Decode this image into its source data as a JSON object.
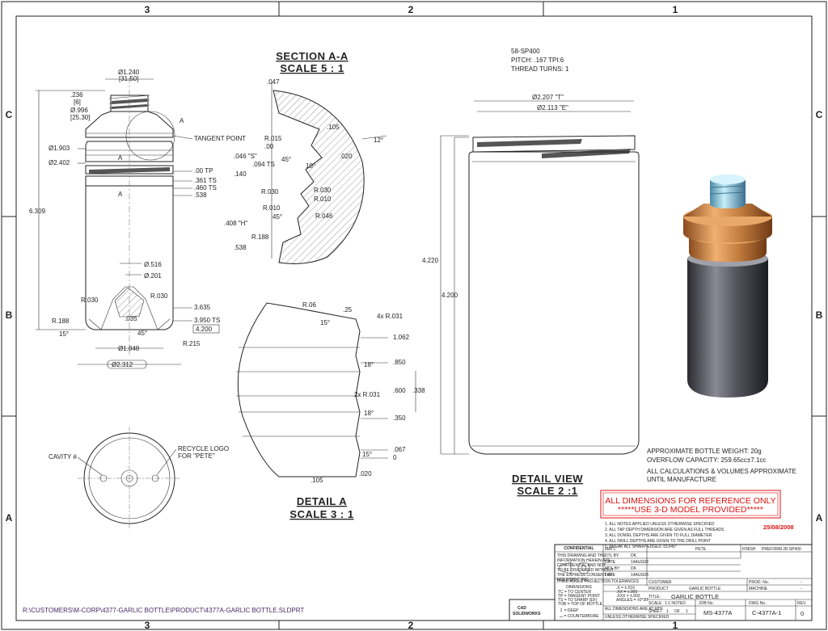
{
  "zones": {
    "top": [
      "3",
      "2",
      "1"
    ],
    "bottom": [
      "3",
      "2",
      "1"
    ],
    "left": [
      "C",
      "B",
      "A"
    ],
    "right": [
      "C",
      "B",
      "A"
    ]
  },
  "main_view": {
    "dims": {
      "neck_dia": "Ø1.240",
      "neck_dia_mm": "[31.50]",
      "d236": ".236",
      "d236_mm": "[6]",
      "d996": "Ø.996",
      "d996_mm": "[25.30]",
      "tangent_point": "TANGENT POINT",
      "d1903": "Ø1.903",
      "d2402": "Ø2.402",
      "tp00": ".00 TP",
      "ts361": ".361 TS",
      "ts460": ".460 TS",
      "d538": ".538",
      "h6309": "6.309",
      "section_mark": "A",
      "d516": "Ø.516",
      "d201": "Ø.201",
      "r030a": "R.030",
      "r030b": "R.030",
      "d3635": "3.635",
      "ts3950": "3.950 TS",
      "d4200": "4.200",
      "r188": "R.188",
      "d035": ".035",
      "deg15": "15°",
      "deg45": "45°",
      "r215": "R.215",
      "d1848": "Ø1.848",
      "d2312": "Ø2.312"
    }
  },
  "bottom_view": {
    "cavity": "CAVITY #",
    "recycle": "RECYCLE LOGO",
    "recycle2": "FOR \"PETE\""
  },
  "section_aa": {
    "title": "SECTION A-A",
    "scale": "SCALE 5 : 1",
    "dims": {
      "d047": ".047",
      "r015": "R.015",
      "d00": ".00",
      "d105": ".105",
      "d046s": ".046 \"S\"",
      "d094ts": ".094 TS",
      "deg45": "45°",
      "deg10": "10°",
      "d020": ".020",
      "deg12": "12°",
      "d140": ".140",
      "r030a": "R.030",
      "r030b": "R.030",
      "r010a": "R.010",
      "r010b": "R.010",
      "deg45b": "45°",
      "r046": "R.046",
      "d408h": ".408 \"H\"",
      "r188": "R.188",
      "d538": ".538"
    }
  },
  "detail_a": {
    "title": "DETAIL A",
    "scale": "SCALE 3 : 1",
    "dims": {
      "r06": "R.06",
      "d25": ".25",
      "r031x4": "4x R.031",
      "deg15": "15°",
      "d1062": "1.062",
      "deg18a": "18°",
      "d850": ".850",
      "r031x2": "2x R.031",
      "d600": ".600",
      "d338": ".338",
      "deg18b": "18°",
      "d350": ".350",
      "d067": ".067",
      "d0": "0",
      "deg15b": "15°",
      "d020": ".020",
      "d105": ".105"
    }
  },
  "detail_view": {
    "title": "DETAIL VIEW",
    "scale": "SCALE 2 :1",
    "thread_spec": "58-SP400",
    "pitch": "PITCH: .167   TPI:6",
    "turns": "THREAD TURNS: 1",
    "d2207": "Ø2.207 \"T\"",
    "d2113": "Ø2.113 \"E\"",
    "h4220": "4.220",
    "h4200": "4.200"
  },
  "notes": {
    "weight": "APPROXIMATE BOTTLE WEIGHT: 20g",
    "overflow": "OVERFLOW CAPACITY:  259.65cc±7.1cc",
    "calc1": "ALL CALCULATIONS & VOLUMES APPROXIMATE",
    "calc2": "UNTIL MANUFACTURE",
    "ref1": "ALL DIMENSIONS FOR REFERENCE ONLY",
    "ref2": "*****USE 3-D MODEL PROVIDED*****",
    "date_red": "25/08/2008",
    "list": [
      "1. ALL NOTES APPLIED UNLESS OTHERWISE SPECIFIED",
      "2. ALL TAP DEPTH DIMENSION ARE GIVEN AS FULL THREADS",
      "3. ALL DOWEL DEPTHS ARE GIVEN TO FULL DIAMETER",
      "4. ALL DRILL DEPTHS ARE GIVEN TO THE DRILL POINT",
      "5. BREAK ALL SHARP EDGES .01X45°"
    ]
  },
  "title_block": {
    "confidential": "CONFIDENTIAL",
    "conf_text": [
      "THIS DRAWING AND THE",
      "INFORMATION HEREIN ARE",
      "CONFIDENTIAL AND NOT",
      "TO BE DISCLOSED WITHOUT",
      "THE EXPRESS CONSENT OF",
      "MOLDSPEC INC."
    ],
    "matl": "MAT'L",
    "matl_val": "PETE",
    "finish": "FINISH",
    "finish_val": "PREFORM 28-SP400",
    "dtl_by": "DTL BY",
    "dtl_by_val": "DK",
    "date": "DATE",
    "date_val": "14AUG08",
    "mdl_by": "MDL BY",
    "mdl_by_val": "DK",
    "date2": "DATE",
    "date2_val": "14AUG08",
    "third_angle": "THIRD ANGLE PROJECTION",
    "dimensions": "DIMENSIONS",
    "dim_lines": [
      "TC = TO CENTER",
      "TP = TANGENT POINT",
      "TS = TO SHARP (EF)",
      "TOB = TOP OF BOTTLE"
    ],
    "tolerances": "TOLERANCES",
    "tol_lines": [
      ".X = ±.010",
      ".XX = ±.005",
      ".XXX = ±.002",
      "ANGLES = ±0°30'"
    ],
    "all_dims": "ALL DIMENSIONS ARE AT 68°F",
    "unless": "UNLESS OTHERWISE SPECIFIED",
    "deep": "↧ = DEEP",
    "counterbore": "⌴ = COUNTERBORE",
    "customer": "CUSTOMER",
    "product": "PRODUCT",
    "product_val": "GARLIC BOTTLE",
    "prod_no": "PROD. No.",
    "prod_no_val": "-",
    "machine": "MACHINE",
    "machine_val": "-",
    "title": "TITLE:",
    "title_val": "GARLIC BOTTLE",
    "cad": "CAD",
    "solidworks": "SOLIDWORKS",
    "scale": "SCALE",
    "scale_val": "1:1 NOTED",
    "sheet": "SHEET",
    "sheet_val": "1",
    "of": "OF",
    "of_val": "1",
    "job_no": "JOB No.",
    "job_no_val": "MS-4377A",
    "dwg_no": "DWG No.",
    "dwg_no_val": "C-4377A-1",
    "rev": "REV.",
    "rev_val": "0"
  },
  "path": "R:\\CUSTOMERS\\M-CORP\\4377-GARLIC BOTTLE\\PRODUCT\\4377A-GARLIC BOTTLE.SLDPRT"
}
